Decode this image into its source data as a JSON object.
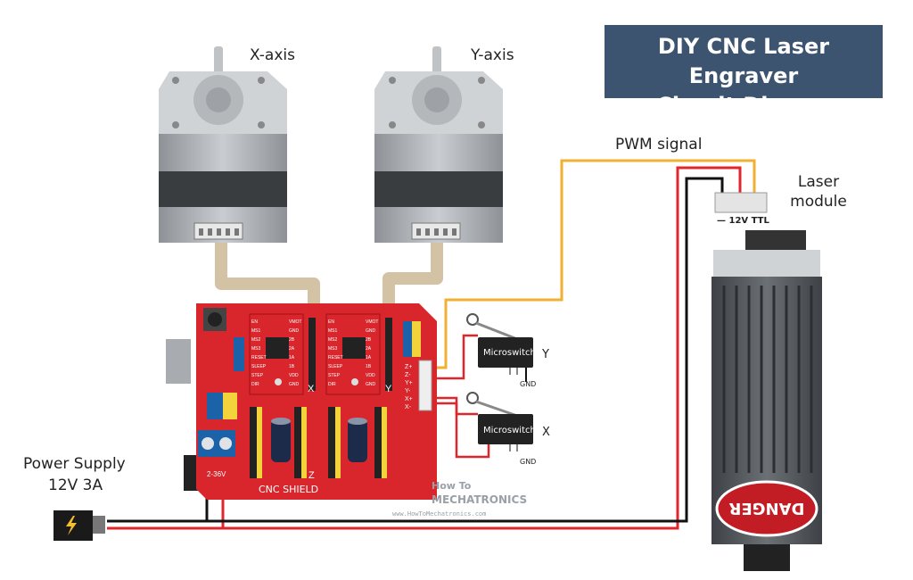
{
  "title": {
    "line1": "DIY CNC Laser Engraver",
    "line2": "- Circuit Digram -"
  },
  "labels": {
    "x_axis": "X-axis",
    "y_axis": "Y-axis",
    "pwm_signal": "PWM signal",
    "laser_module_line1": "Laser",
    "laser_module_line2": "module",
    "laser_connector": "— 12V TTL",
    "power_supply_line1": "Power Supply",
    "power_supply_line2": "12V 3A",
    "microswitch_y": "Microswitch",
    "microswitch_x": "Microswitch",
    "switch_y_axis": "Y",
    "switch_x_axis": "X",
    "gnd_y": "GND",
    "gnd_x": "GND",
    "cnc_shield": "CNC SHIELD",
    "driver_x": "X",
    "driver_y": "Y",
    "driver_z": "Z",
    "power_terminal": "2-36V",
    "danger": "DANGER",
    "watermark_line1": "How To",
    "watermark_line2": "MECHATRONICS",
    "watermark_url": "www.HowToMechatronics.com",
    "endstop_pins": [
      "Z+",
      "Z-",
      "Y+",
      "Y-",
      "X+",
      "X-"
    ],
    "driver_pins_left": [
      "EN",
      "MS1",
      "MS2",
      "MS3",
      "RESET",
      "SLEEP",
      "STEP",
      "DIR"
    ],
    "driver_pins_right": [
      "VMOT",
      "GND",
      "2B",
      "2A",
      "1A",
      "1B",
      "VDD",
      "GND"
    ]
  },
  "colors": {
    "board": "#d8262c",
    "title_bg": "#3c5470",
    "pwm_wire": "#f2b032",
    "power_wire": "#e0262c",
    "ground_wire": "#111111",
    "motor_cable": "#d4c2a4",
    "laser_body": "#555a5e"
  }
}
